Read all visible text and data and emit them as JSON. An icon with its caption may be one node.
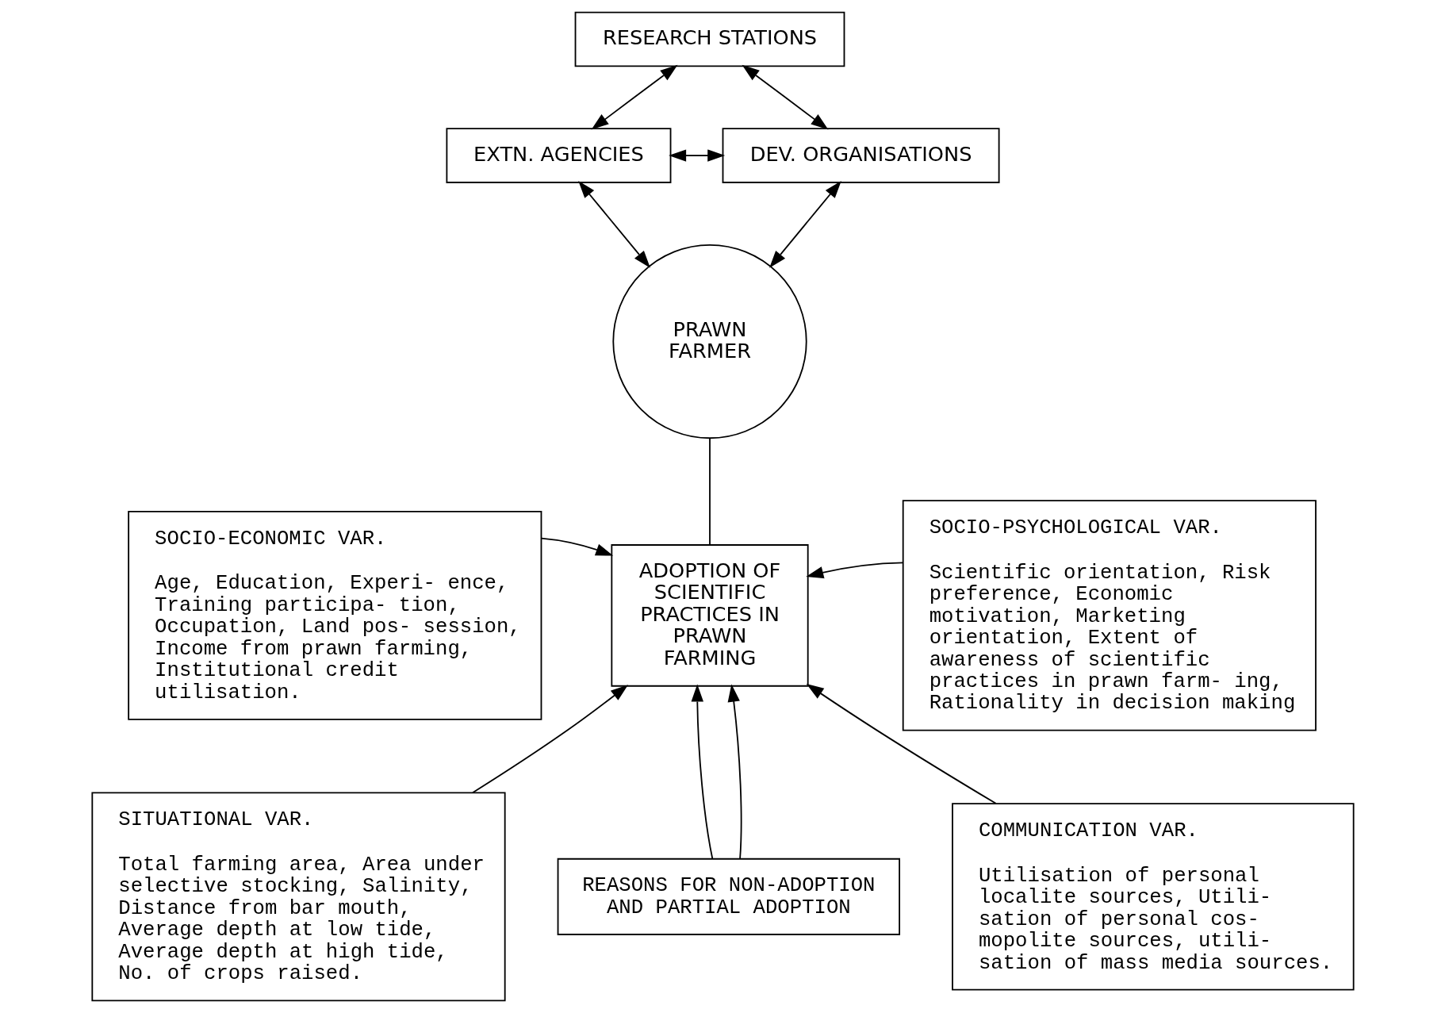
{
  "diagram": {
    "nodes": [
      {
        "text": [
          "RESEARCH STATIONS"
        ]
      },
      {
        "text": [
          "EXTN. AGENCIES"
        ]
      },
      {
        "text": [
          "DEV. ORGANISATIONS"
        ]
      },
      {
        "text": [
          "PRAWN FARMER"
        ]
      },
      {
        "text": [
          "ADOPTION OF SCIENTIFIC PRACTICES IN PRAWN FARMING"
        ]
      },
      {
        "text": [
          "SOCIO-ECONOMIC VAR.",
          "Age, Education, Experi- ence, Training participa- tion, Occupation, Land pos- session, Income from prawn farming, Institutional credit utilisation."
        ]
      },
      {
        "text": [
          "SOCIO-PSYCHOLOGICAL VAR.",
          "Scientific orientation, Risk preference, Economic motivation, Marketing orientation, Extent of awareness of scientific practices in prawn farm- ing, Rationality in decision making"
        ]
      },
      {
        "text": [
          "SITUATIONAL VAR.",
          "Total farming area, Area under selective stocking, Salinity, Distance from bar mouth, Average depth at low tide, Average depth at high tide, No. of crops raised."
        ]
      },
      {
        "text": [
          "COMMUNICATION VAR.",
          "Utilisation of personal localite sources, Utili- sation of personal cos- mopolite sources, utili- sation of mass media sources."
        ]
      },
      {
        "text": [
          "REASONS FOR NON-ADOPTION AND PARTIAL ADOPTION"
        ]
      }
    ],
    "edges": [
      {
        "from": 0,
        "to": 1,
        "arrow": "both"
      },
      {
        "from": 0,
        "to": 2,
        "arrow": "both"
      },
      {
        "from": 1,
        "to": 2,
        "arrow": "both"
      },
      {
        "from": 1,
        "to": 3,
        "arrow": "both"
      },
      {
        "from": 2,
        "to": 3,
        "arrow": "both"
      },
      {
        "from": 3,
        "to": 4,
        "arrow": "none"
      },
      {
        "from": 5,
        "to": 4,
        "arrow": "to"
      },
      {
        "from": 6,
        "to": 4,
        "arrow": "to"
      },
      {
        "from": 7,
        "to": 4,
        "arrow": "to"
      },
      {
        "from": 8,
        "to": 4,
        "arrow": "to"
      },
      {
        "from": 9,
        "to": 4,
        "arrow": "to"
      },
      {
        "from": 9,
        "to": 4,
        "arrow": "to"
      }
    ]
  }
}
